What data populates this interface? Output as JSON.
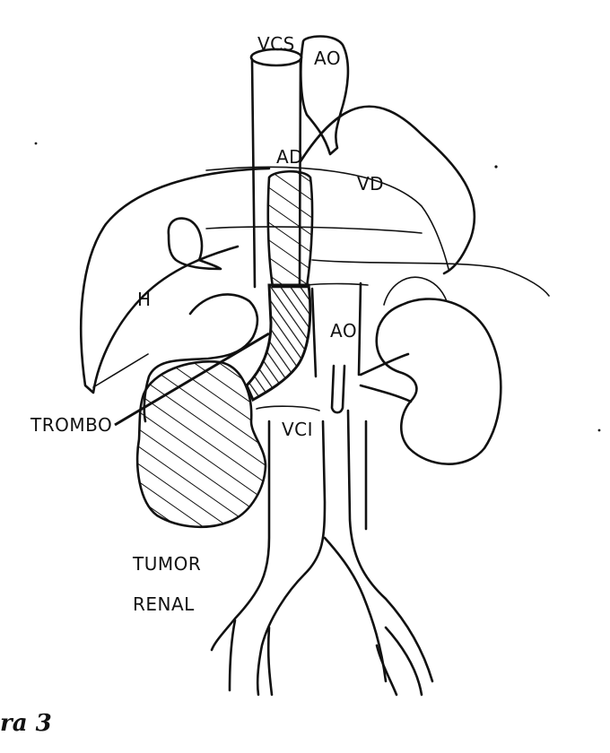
{
  "labels": {
    "vcs": "VCS",
    "ao_top": "AO",
    "ad": "AD",
    "vd": "VD",
    "h": "H",
    "ao_mid": "AO",
    "trombo": "TROMBO",
    "vci": "VCI",
    "tumor": "TUMOR",
    "renal": "RENAL"
  },
  "caption": "ra 3",
  "colors": {
    "ink": "#111111",
    "background": "#ffffff"
  }
}
